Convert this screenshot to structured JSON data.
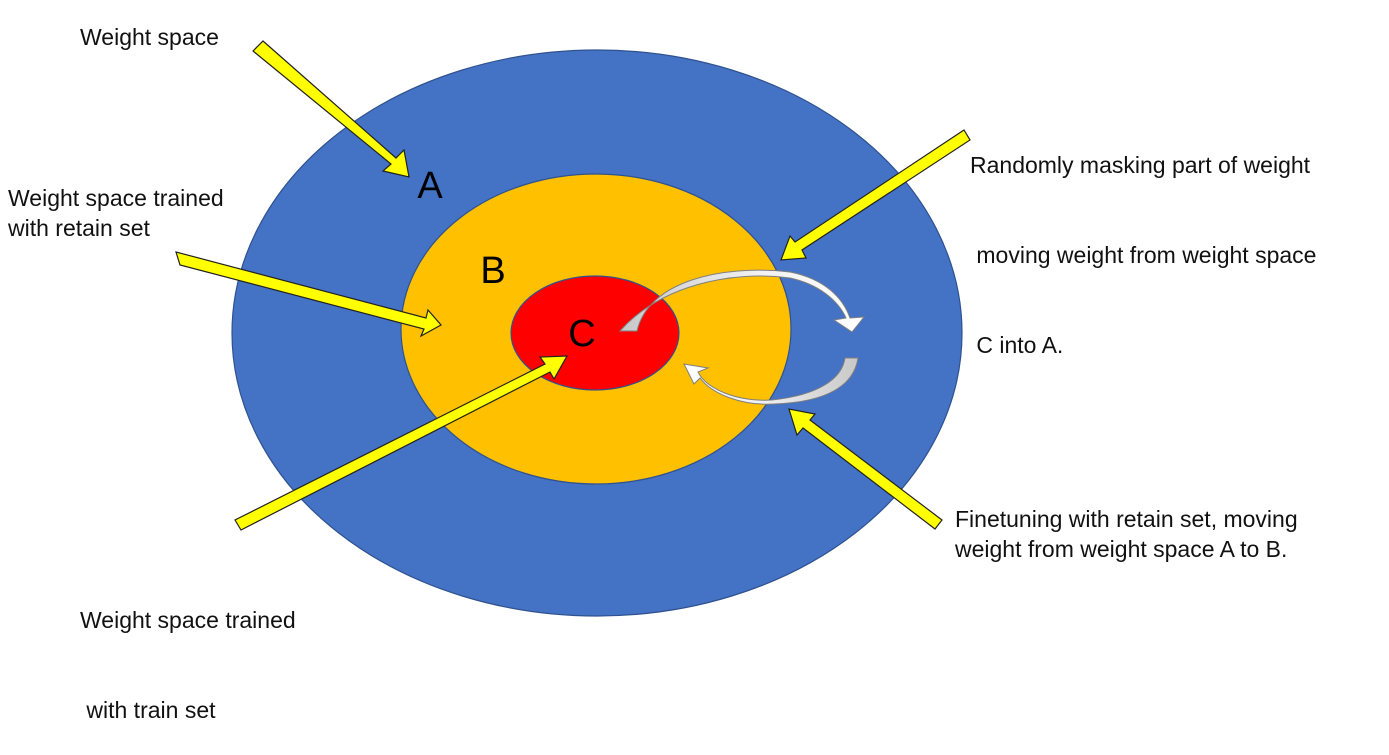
{
  "regions": {
    "a": {
      "label": "A",
      "color": "#4472C4"
    },
    "b": {
      "label": "B",
      "color": "#FFC000"
    },
    "c": {
      "label": "C",
      "color": "#FF0000"
    }
  },
  "annotations": {
    "weight_space": {
      "lines": [
        "Weight space"
      ]
    },
    "retain_set": {
      "lines": [
        "Weight space trained",
        "with retain set"
      ]
    },
    "train_set": {
      "lines": [
        "Weight space trained",
        " with train set"
      ]
    },
    "masking": {
      "lines": [
        "Randomly masking part of weight",
        " moving weight from weight space",
        " C into A."
      ]
    },
    "finetuning": {
      "lines": [
        "Finetuning with retain set, moving",
        "weight from weight space A to B."
      ]
    }
  },
  "colors": {
    "pointer_arrow": "#FFFF00",
    "curved_arrow": "#FFFFFF"
  }
}
